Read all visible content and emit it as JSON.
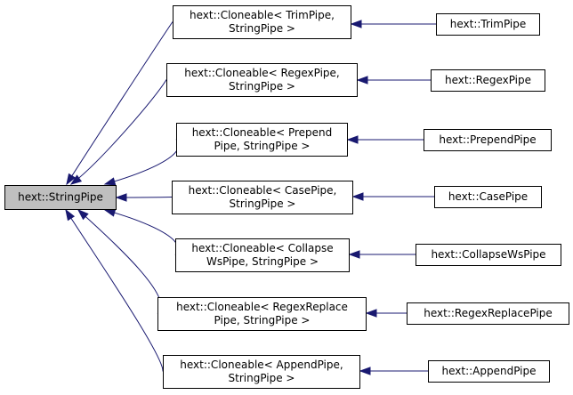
{
  "diagram": {
    "root": {
      "id": "StringPipe",
      "label": [
        "hext::StringPipe"
      ],
      "highlighted": true
    },
    "intermediates": [
      {
        "id": "C_Trim",
        "label": [
          "hext::Cloneable< TrimPipe,",
          "StringPipe >"
        ]
      },
      {
        "id": "C_Regex",
        "label": [
          "hext::Cloneable< RegexPipe,",
          "StringPipe >"
        ]
      },
      {
        "id": "C_Prepend",
        "label": [
          "hext::Cloneable< Prepend",
          "Pipe, StringPipe >"
        ]
      },
      {
        "id": "C_Case",
        "label": [
          "hext::Cloneable< CasePipe,",
          "StringPipe >"
        ]
      },
      {
        "id": "C_CollapseWs",
        "label": [
          "hext::Cloneable< Collapse",
          "WsPipe, StringPipe >"
        ]
      },
      {
        "id": "C_RegexReplace",
        "label": [
          "hext::Cloneable< RegexReplace",
          "Pipe, StringPipe >"
        ]
      },
      {
        "id": "C_Append",
        "label": [
          "hext::Cloneable< AppendPipe,",
          "StringPipe >"
        ]
      }
    ],
    "leaves": [
      {
        "id": "TrimPipe",
        "label": [
          "hext::TrimPipe"
        ]
      },
      {
        "id": "RegexPipe",
        "label": [
          "hext::RegexPipe"
        ]
      },
      {
        "id": "PrependPipe",
        "label": [
          "hext::PrependPipe"
        ]
      },
      {
        "id": "CasePipe",
        "label": [
          "hext::CasePipe"
        ]
      },
      {
        "id": "CollapseWsPipe",
        "label": [
          "hext::CollapseWsPipe"
        ]
      },
      {
        "id": "RegexReplacePipe",
        "label": [
          "hext::RegexReplacePipe"
        ]
      },
      {
        "id": "AppendPipe",
        "label": [
          "hext::AppendPipe"
        ]
      }
    ],
    "edges": [
      {
        "from": "C_Trim",
        "to": "StringPipe"
      },
      {
        "from": "C_Regex",
        "to": "StringPipe"
      },
      {
        "from": "C_Prepend",
        "to": "StringPipe"
      },
      {
        "from": "C_Case",
        "to": "StringPipe"
      },
      {
        "from": "C_CollapseWs",
        "to": "StringPipe"
      },
      {
        "from": "C_RegexReplace",
        "to": "StringPipe"
      },
      {
        "from": "C_Append",
        "to": "StringPipe"
      },
      {
        "from": "TrimPipe",
        "to": "C_Trim"
      },
      {
        "from": "RegexPipe",
        "to": "C_Regex"
      },
      {
        "from": "PrependPipe",
        "to": "C_Prepend"
      },
      {
        "from": "CasePipe",
        "to": "C_Case"
      },
      {
        "from": "CollapseWsPipe",
        "to": "C_CollapseWs"
      },
      {
        "from": "RegexReplacePipe",
        "to": "C_RegexReplace"
      },
      {
        "from": "AppendPipe",
        "to": "C_Append"
      }
    ],
    "colors": {
      "edge": "#191970",
      "root_fill": "#bfbfbf",
      "node_fill": "#ffffff",
      "border": "#000000"
    }
  }
}
